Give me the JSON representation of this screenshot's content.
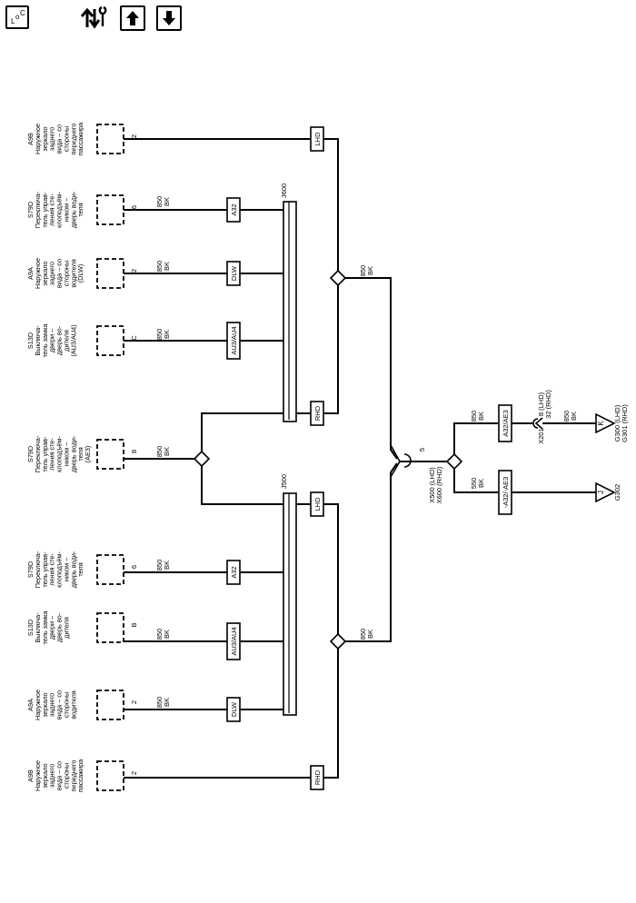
{
  "toolbar": {
    "buttons": [
      {
        "name": "locator-button",
        "icon": "locator-icon",
        "label": "L O C"
      },
      {
        "name": "component-connector-button",
        "icon": "wrench-arrows-icon"
      },
      {
        "name": "page-up-button",
        "icon": "arrow-up-icon"
      },
      {
        "name": "page-down-button",
        "icon": "arrow-down-icon"
      }
    ]
  },
  "diagram": {
    "wire_label": "850\nBK",
    "wire_label_550": "550\nBK",
    "components": [
      {
        "id": "A9B",
        "lines": [
          "A9B",
          "Наружное",
          "зеркало",
          "заднего",
          "вида – со",
          "стороны",
          "переднего",
          "пассажира"
        ],
        "pin": "2",
        "tag": "LHD"
      },
      {
        "id": "S79D",
        "lines": [
          "S79D",
          "Переключа-",
          "тель управ-",
          "ления сте-",
          "клоподъём-",
          "ником –",
          "дверь води-",
          "теля"
        ],
        "pin": "6",
        "tag": "A32"
      },
      {
        "id": "A9A",
        "lines": [
          "A9A",
          "Наружное",
          "зеркало",
          "заднего",
          "вида – со",
          "стороны",
          "водителя",
          "(DLW)"
        ],
        "pin": "2",
        "tag": "DLW"
      },
      {
        "id": "S13D",
        "lines": [
          "S13D",
          "Выключа-",
          "тель замка",
          "двери –",
          "дверь во-",
          "дителя",
          "(AU3/AU4)"
        ],
        "pin": "C",
        "tag": "AU3/AU4"
      },
      {
        "id": "S79D-AE3",
        "lines": [
          "S79D",
          "Переключа-",
          "тель управ-",
          "ления сте-",
          "клоподъём-",
          "ником –",
          "дверь води-",
          "теля",
          "(AE3)"
        ],
        "pin": "8",
        "tag": ""
      },
      {
        "id": "S79D-2",
        "lines": [
          "S79D",
          "Переключа-",
          "тель управ-",
          "ления сте-",
          "клоподъём-",
          "ником –",
          "дверь води-",
          "теля"
        ],
        "pin": "6",
        "tag": "A32"
      },
      {
        "id": "S13D-2",
        "lines": [
          "S13D",
          "Выключа-",
          "тель замка",
          "двери –",
          "дверь во-",
          "дителя"
        ],
        "pin": "B",
        "tag": "AU3/AU4"
      },
      {
        "id": "A9A-2",
        "lines": [
          "A9A",
          "Наружное",
          "зеркало",
          "заднего",
          "вида – со",
          "стороны",
          "водителя"
        ],
        "pin": "2",
        "tag": "DLW"
      },
      {
        "id": "A9B-2",
        "lines": [
          "A9B",
          "Наружное",
          "зеркало",
          "заднего",
          "вида – со",
          "стороны",
          "переднего",
          "пассажира"
        ],
        "pin": "2",
        "tag": "RHD"
      }
    ],
    "connectors": {
      "j600": "J600",
      "j500": "J500"
    },
    "tags": {
      "rhd": "RHD",
      "lhd": "LHD",
      "a32ae3": "A32/AE3",
      "nota32": "-A32/-AE3"
    },
    "x500": {
      "pin": "5",
      "lines": [
        "X500 (LHD)",
        "X600 (RHD)"
      ]
    },
    "x201": {
      "name": "X201",
      "pins": [
        "8 (LHD)",
        "32 (RHD)"
      ]
    },
    "grounds": [
      {
        "letter": "K",
        "lines": [
          "G300 (LHD)",
          "G301 (RHD)"
        ]
      },
      {
        "letter": "J",
        "lines": [
          "G302"
        ]
      }
    ]
  }
}
